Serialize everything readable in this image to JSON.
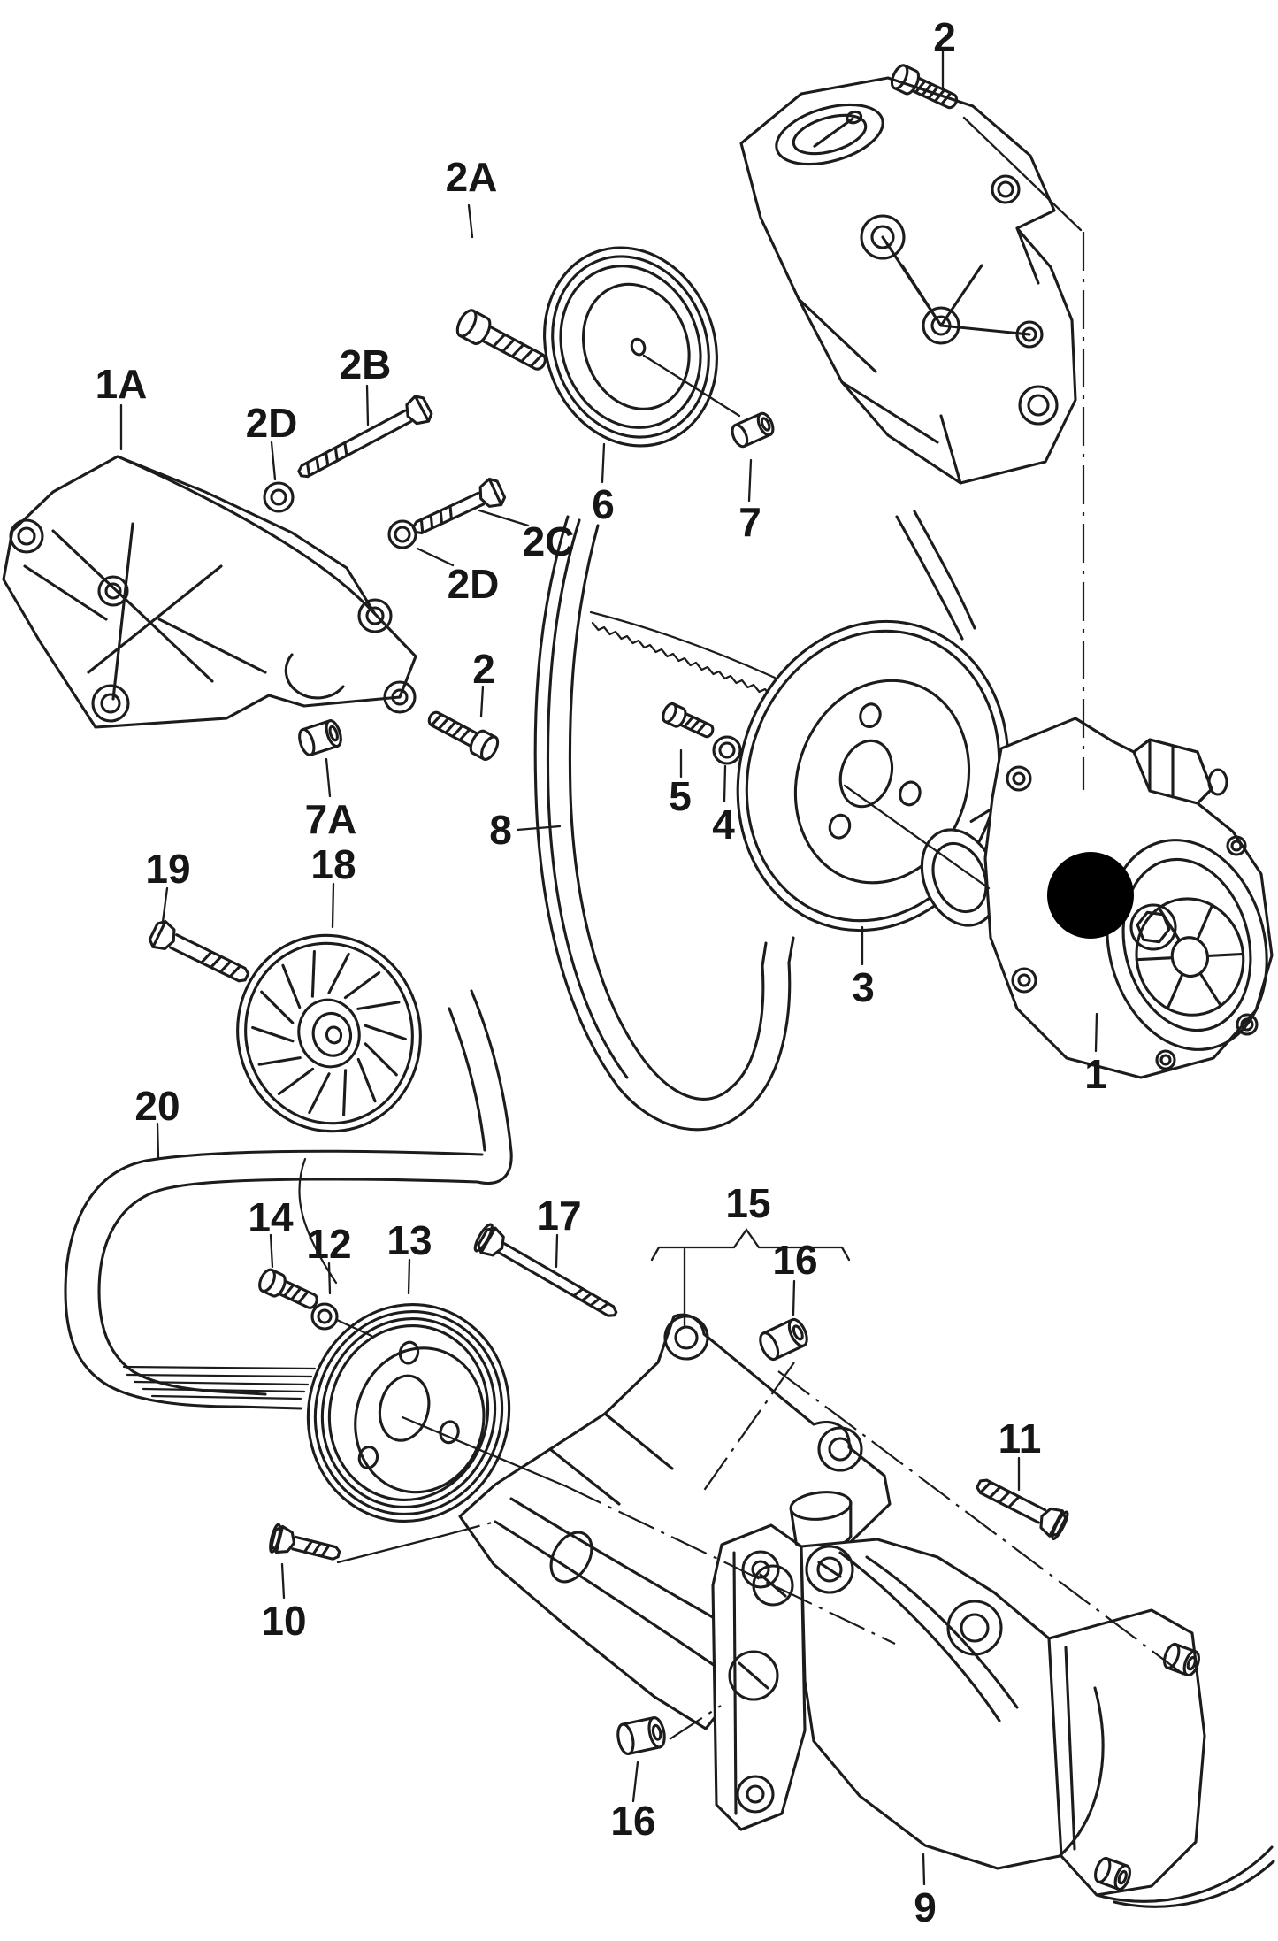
{
  "diagram": {
    "type": "exploded-parts-diagram",
    "colors": {
      "line": "#1c1c1c",
      "background": "#ffffff",
      "redaction_dot": "#000000"
    },
    "labels": [
      {
        "id": "callout-2-top",
        "text": "2"
      },
      {
        "id": "callout-2a",
        "text": "2A"
      },
      {
        "id": "callout-1a",
        "text": "1A"
      },
      {
        "id": "callout-2b",
        "text": "2B"
      },
      {
        "id": "callout-2d-upper",
        "text": "2D"
      },
      {
        "id": "callout-2c",
        "text": "2C"
      },
      {
        "id": "callout-2d-lower",
        "text": "2D"
      },
      {
        "id": "callout-6",
        "text": "6"
      },
      {
        "id": "callout-7",
        "text": "7"
      },
      {
        "id": "callout-2-mid",
        "text": "2"
      },
      {
        "id": "callout-7a",
        "text": "7A"
      },
      {
        "id": "callout-8",
        "text": "8"
      },
      {
        "id": "callout-5",
        "text": "5"
      },
      {
        "id": "callout-4",
        "text": "4"
      },
      {
        "id": "callout-3",
        "text": "3"
      },
      {
        "id": "callout-1",
        "text": "1"
      },
      {
        "id": "callout-19",
        "text": "19"
      },
      {
        "id": "callout-18",
        "text": "18"
      },
      {
        "id": "callout-20",
        "text": "20"
      },
      {
        "id": "callout-14",
        "text": "14"
      },
      {
        "id": "callout-12",
        "text": "12"
      },
      {
        "id": "callout-13",
        "text": "13"
      },
      {
        "id": "callout-17",
        "text": "17"
      },
      {
        "id": "callout-15",
        "text": "15"
      },
      {
        "id": "callout-16-upper",
        "text": "16"
      },
      {
        "id": "callout-11",
        "text": "11"
      },
      {
        "id": "callout-10",
        "text": "10"
      },
      {
        "id": "callout-16-lower",
        "text": "16"
      },
      {
        "id": "callout-9",
        "text": "9"
      }
    ]
  }
}
